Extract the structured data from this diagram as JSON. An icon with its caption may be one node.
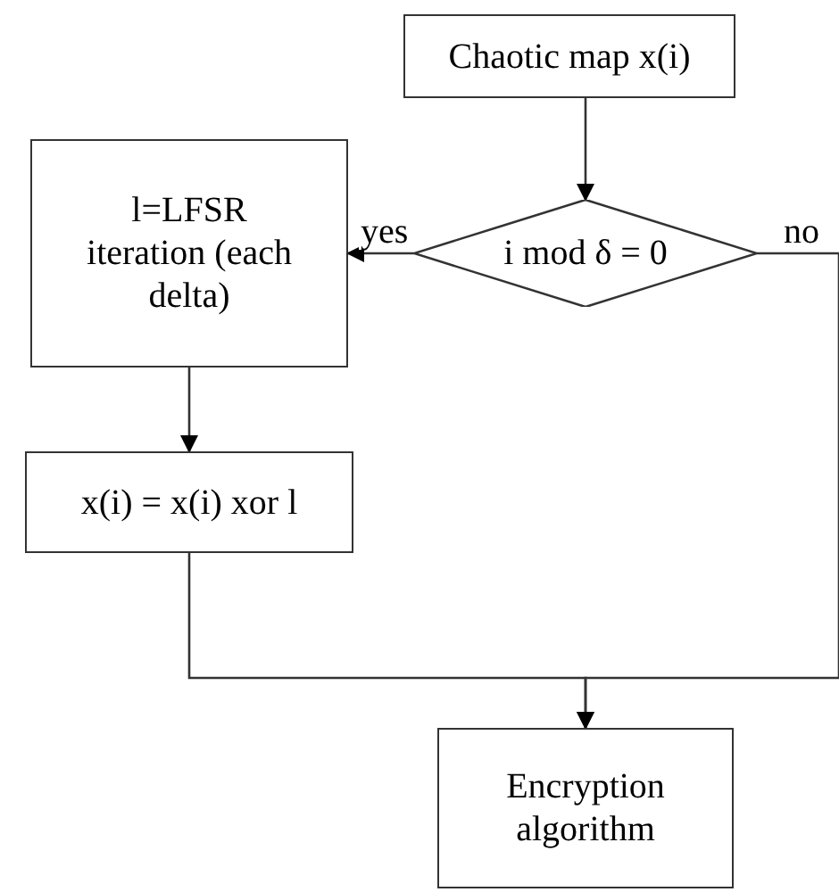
{
  "diagram": {
    "nodes": [
      {
        "text": [
          "Chaotic map x(i)"
        ]
      },
      {
        "text": [
          "i mod δ = 0"
        ]
      },
      {
        "text": [
          "l=LFSR iteration (each delta)"
        ]
      },
      {
        "text": [
          "x(i) = x(i) xor l"
        ]
      },
      {
        "text": [
          "Encryption algorithm"
        ]
      }
    ],
    "edges": [
      {
        "from": 0,
        "to": 1,
        "arrow": "to"
      },
      {
        "from": 1,
        "to": 2,
        "arrow": "to",
        "label": "yes"
      },
      {
        "from": 2,
        "to": 3,
        "arrow": "to"
      },
      {
        "from": 3,
        "to": 4,
        "arrow": "to"
      },
      {
        "from": 1,
        "to": 4,
        "arrow": "to",
        "label": "no"
      }
    ]
  }
}
